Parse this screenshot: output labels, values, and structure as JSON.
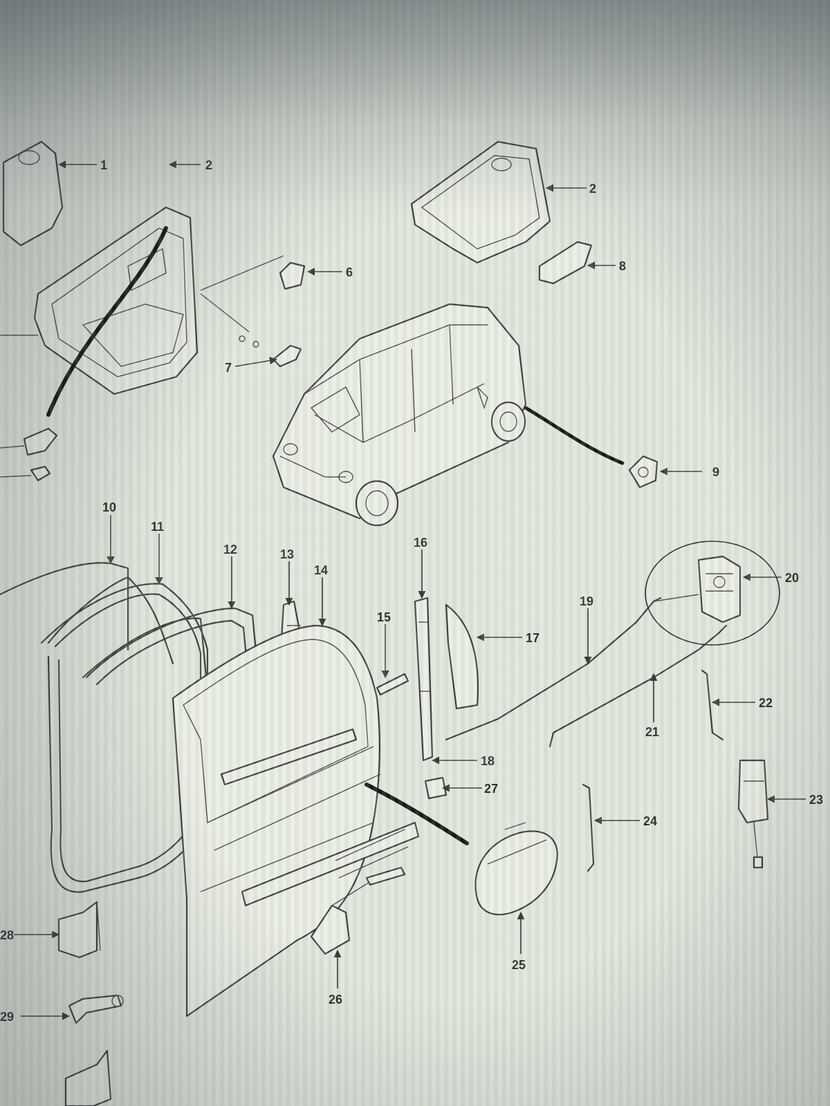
{
  "callouts": [
    "1",
    "2",
    "2",
    "6",
    "8",
    "7",
    "9",
    "10",
    "11",
    "12",
    "13",
    "14",
    "15",
    "16",
    "17",
    "19",
    "20",
    "22",
    "21",
    "18",
    "27",
    "23",
    "24",
    "25",
    "26",
    "28",
    "29"
  ],
  "colors": {
    "paper": "#dfe6da",
    "ink": "#3c3c3c",
    "dark_cable": "#151515"
  }
}
